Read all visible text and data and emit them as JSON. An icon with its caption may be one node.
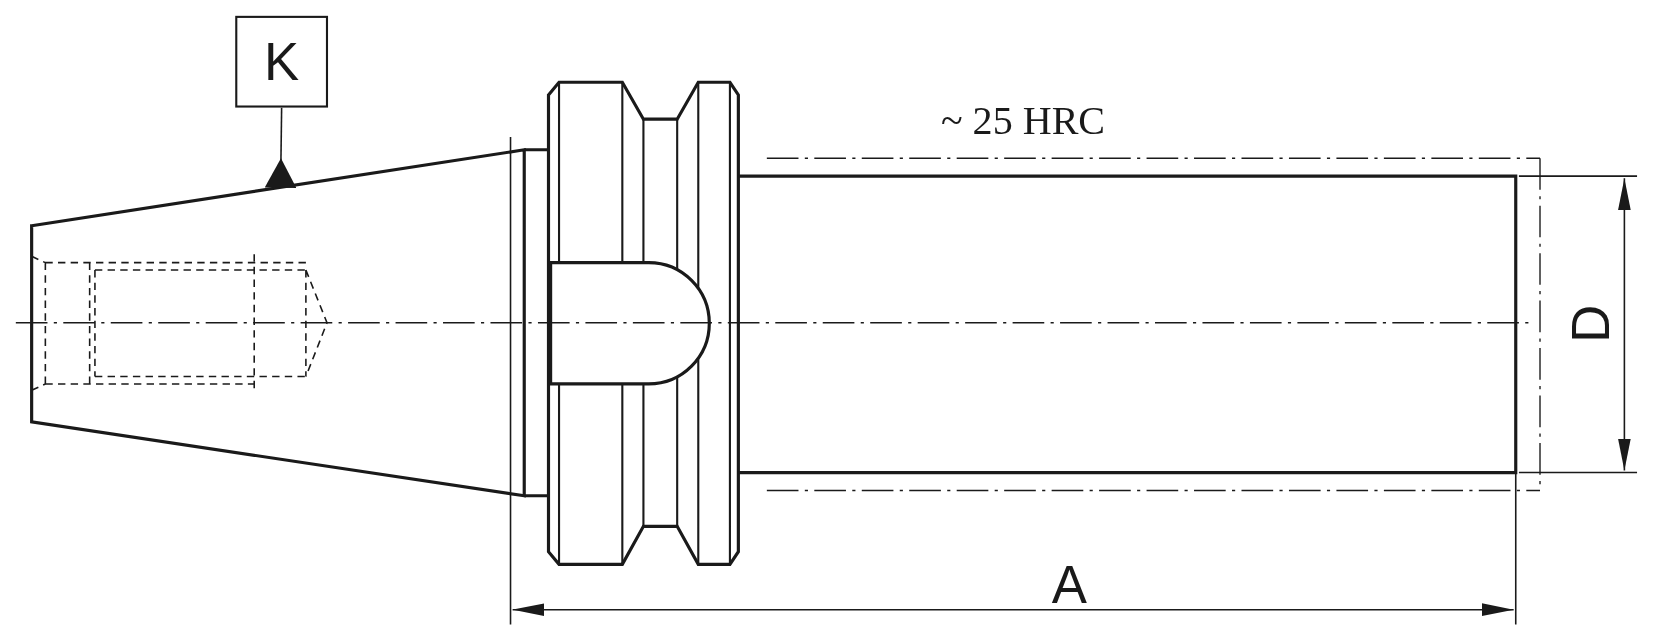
{
  "diagram": {
    "nodes": [
      {
        "text": [
          "K"
        ]
      },
      {
        "text": [],
        "shape": "picture"
      }
    ],
    "edges": [
      {
        "from": 0,
        "to": 1,
        "arrow": "other"
      }
    ],
    "labels": [
      "~ 25 HRC",
      "A",
      "D"
    ]
  }
}
